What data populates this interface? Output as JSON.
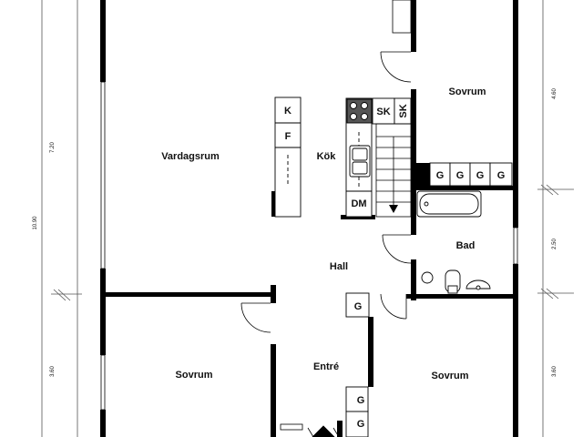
{
  "rooms": {
    "vardagsrum": "Vardagsrum",
    "kok": "Kök",
    "sovrum_top_right": "Sovrum",
    "bad": "Bad",
    "hall": "Hall",
    "entre": "Entré",
    "sovrum_bottom_left": "Sovrum",
    "sovrum_bottom_right": "Sovrum"
  },
  "fixtures": {
    "fridge": "K",
    "freezer": "F",
    "sk1": "SK",
    "sk2": "SK",
    "dishwasher": "DM",
    "g": "G"
  },
  "dimensions": {
    "left_total": "10.90",
    "left_upper": "7.20",
    "left_lower": "3.60",
    "right_upper": "4.60",
    "right_middle": "2.50",
    "right_lower": "3.60"
  },
  "colors": {
    "wall": "#000000",
    "line": "#444444"
  }
}
